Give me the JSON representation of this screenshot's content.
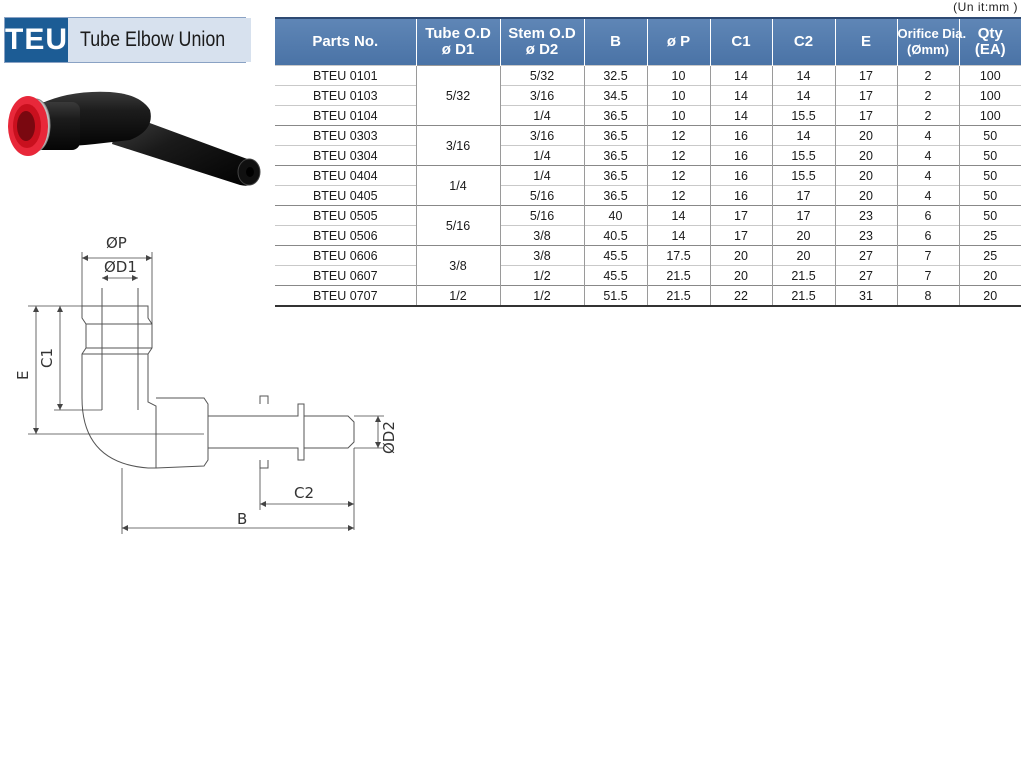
{
  "header": {
    "code": "TEU",
    "name": "Tube Elbow Union",
    "unit_note": "(Un it:mm )"
  },
  "colors": {
    "code_bg": "#1c5c95",
    "name_bg": "#d7e1ee",
    "table_header": "#5a80b2",
    "fitting_body": "#161616",
    "release_ring": "#e8283a"
  },
  "drawing": {
    "labels": {
      "p": "ØP",
      "d1": "ØD1",
      "c1": "C1",
      "e": "E",
      "d2": "ØD2",
      "c2": "C2",
      "b": "B"
    }
  },
  "table": {
    "headers": {
      "parts_no": "Parts No.",
      "tube_od_line1": "Tube O.D",
      "tube_od_line2": "ø D1",
      "stem_od_line1": "Stem O.D",
      "stem_od_line2": "ø D2",
      "b": "B",
      "p": "ø P",
      "c1": "C1",
      "c2": "C2",
      "e": "E",
      "orifice_line1": "Orifice Dia.",
      "orifice_line2": "(Ømm)",
      "qty_line1": "Qty",
      "qty_line2": "(EA)"
    },
    "rows": [
      {
        "part": "BTEU 0101",
        "d1": "5/32",
        "d2": "5/32",
        "b": "32.5",
        "p": "10",
        "c1": "14",
        "c2": "14",
        "e": "17",
        "orifice": "2",
        "qty": "100"
      },
      {
        "part": "BTEU 0103",
        "d1": "",
        "d2": "3/16",
        "b": "34.5",
        "p": "10",
        "c1": "14",
        "c2": "14",
        "e": "17",
        "orifice": "2",
        "qty": "100"
      },
      {
        "part": "BTEU 0104",
        "d1": "",
        "d2": "1/4",
        "b": "36.5",
        "p": "10",
        "c1": "14",
        "c2": "15.5",
        "e": "17",
        "orifice": "2",
        "qty": "100"
      },
      {
        "part": "BTEU 0303",
        "d1": "3/16",
        "d2": "3/16",
        "b": "36.5",
        "p": "12",
        "c1": "16",
        "c2": "14",
        "e": "20",
        "orifice": "4",
        "qty": "50"
      },
      {
        "part": "BTEU 0304",
        "d1": "",
        "d2": "1/4",
        "b": "36.5",
        "p": "12",
        "c1": "16",
        "c2": "15.5",
        "e": "20",
        "orifice": "4",
        "qty": "50"
      },
      {
        "part": "BTEU 0404",
        "d1": "1/4",
        "d2": "1/4",
        "b": "36.5",
        "p": "12",
        "c1": "16",
        "c2": "15.5",
        "e": "20",
        "orifice": "4",
        "qty": "50"
      },
      {
        "part": "BTEU 0405",
        "d1": "",
        "d2": "5/16",
        "b": "36.5",
        "p": "12",
        "c1": "16",
        "c2": "17",
        "e": "20",
        "orifice": "4",
        "qty": "50"
      },
      {
        "part": "BTEU 0505",
        "d1": "5/16",
        "d2": "5/16",
        "b": "40",
        "p": "14",
        "c1": "17",
        "c2": "17",
        "e": "23",
        "orifice": "6",
        "qty": "50"
      },
      {
        "part": "BTEU 0506",
        "d1": "",
        "d2": "3/8",
        "b": "40.5",
        "p": "14",
        "c1": "17",
        "c2": "20",
        "e": "23",
        "orifice": "6",
        "qty": "25"
      },
      {
        "part": "BTEU 0606",
        "d1": "3/8",
        "d2": "3/8",
        "b": "45.5",
        "p": "17.5",
        "c1": "20",
        "c2": "20",
        "e": "27",
        "orifice": "7",
        "qty": "25"
      },
      {
        "part": "BTEU 0607",
        "d1": "",
        "d2": "1/2",
        "b": "45.5",
        "p": "21.5",
        "c1": "20",
        "c2": "21.5",
        "e": "27",
        "orifice": "7",
        "qty": "20"
      },
      {
        "part": "BTEU 0707",
        "d1": "1/2",
        "d2": "1/2",
        "b": "51.5",
        "p": "21.5",
        "c1": "22",
        "c2": "21.5",
        "e": "31",
        "orifice": "8",
        "qty": "20"
      }
    ]
  }
}
